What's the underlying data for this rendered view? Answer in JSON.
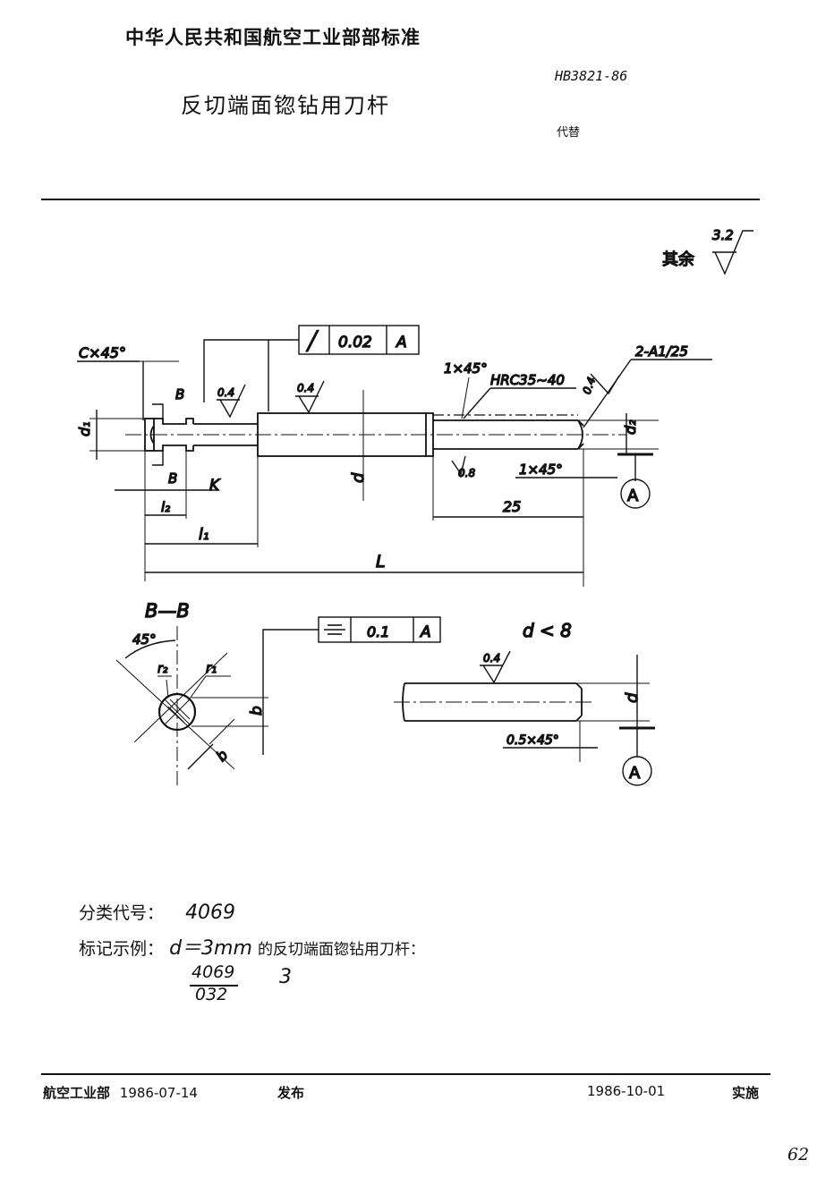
{
  "header": {
    "organization": "中华人民共和国航空工业部部标准",
    "standard_code": "HB3821-86",
    "title": "反切端面锪钻用刀杆",
    "replaces": "代替"
  },
  "drawing": {
    "roughness_rest_label": "其余",
    "roughness_rest_value": "3.2",
    "chamfer_c": "C×45°",
    "runout_symbol": "╱",
    "runout_value": "0.02",
    "runout_datum": "A",
    "section_mark": "B",
    "roughness_04": "0.4",
    "roughness_08": "0.8",
    "chamfer_1x45": "1×45°",
    "hardness": "HRC35~40",
    "center_hole": "2-A1/25",
    "dim_d1": "d₁",
    "dim_d2": "d₂",
    "dim_d": "d",
    "dim_k": "K",
    "dim_l2": "l₂",
    "dim_l1": "l₁",
    "dim_L": "L",
    "dim_25": "25",
    "datum_a": "A",
    "section_title": "B—B",
    "angle_45": "45°",
    "r1": "r₁",
    "r2": "r₂",
    "dim_b": "b",
    "symmetry_value": "0.1",
    "symmetry_datum": "A",
    "d_less_8": "d < 8",
    "chamfer_05": "0.5×45°"
  },
  "info": {
    "class_code_label": "分类代号：",
    "class_code_value": "4069",
    "marking_label": "标记示例：",
    "marking_text_formula": "d＝3mm",
    "marking_text_suffix": "的反切端面锪钻用刀杆：",
    "fraction_top": "4069",
    "fraction_bottom": "032",
    "fraction_value": "3"
  },
  "footer": {
    "issuer": "航空工业部",
    "issue_date": "1986-07-14",
    "issued_label": "发布",
    "effective_date": "1986-10-01",
    "effective_label": "实施"
  },
  "page_number": "62"
}
